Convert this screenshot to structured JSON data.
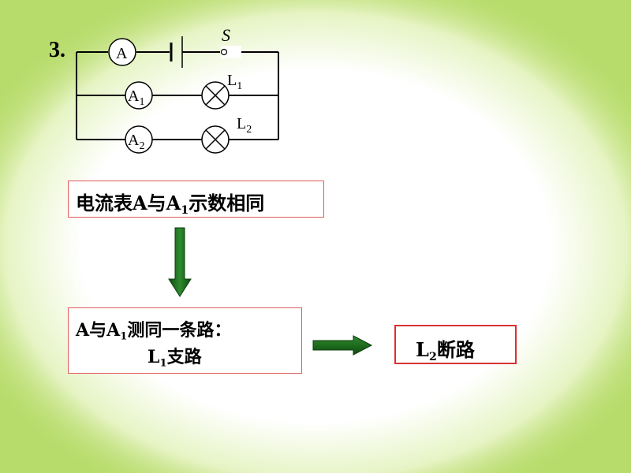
{
  "question_number": "3.",
  "circuit": {
    "switch_label": "S",
    "meter_main": "A",
    "meter_1": {
      "letter": "A",
      "sub": "1"
    },
    "meter_2": {
      "letter": "A",
      "sub": "2"
    },
    "lamp_1": {
      "letter": "L",
      "sub": "1"
    },
    "lamp_2": {
      "letter": "L",
      "sub": "2"
    }
  },
  "box1": {
    "part_a": "电流表A与A",
    "sub": "1",
    "part_b": "示数相同"
  },
  "box2": {
    "line1_a": "A与A",
    "line1_sub": "1",
    "line1_b": "测同一条路：",
    "line2_a": "L",
    "line2_sub": "1",
    "line2_b": "支路"
  },
  "box3": {
    "part_a": "L",
    "sub": "2",
    "part_b": "断路"
  },
  "colors": {
    "arrow": "#1f6b1f",
    "box_border": "#e05a5a",
    "background": "#b8dc6c"
  }
}
